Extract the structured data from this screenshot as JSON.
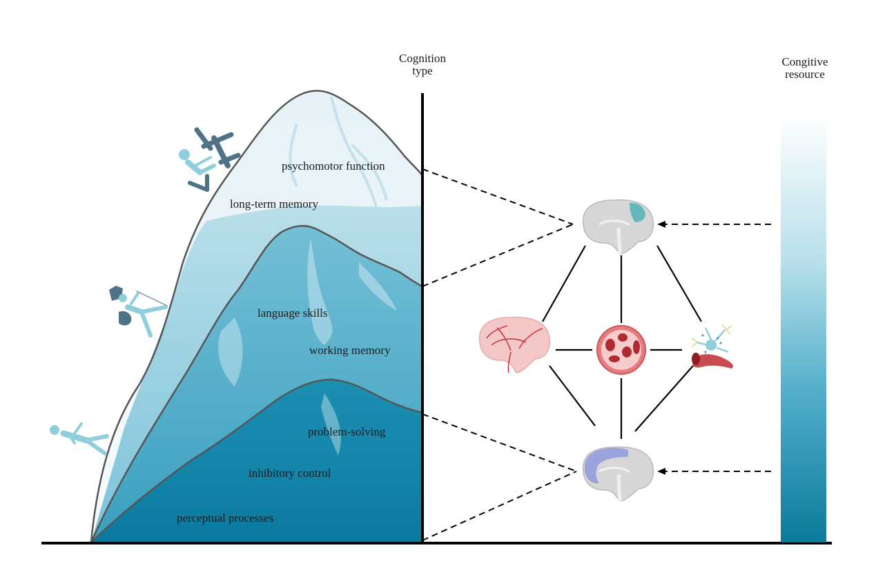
{
  "headers": {
    "cognition_type": [
      "Cognition",
      "type"
    ],
    "cognitive_resource": [
      "Congitive",
      "resource"
    ]
  },
  "mountain_layers": [
    {
      "name": "top",
      "labels": [
        "psychomotor function",
        "long-term memory"
      ]
    },
    {
      "name": "middle",
      "labels": [
        "language skills",
        "working memory"
      ]
    },
    {
      "name": "base",
      "labels": [
        "problem-solving",
        "inhibitory control",
        "perceptual processes"
      ]
    }
  ],
  "climbers": [
    {
      "icon": "exercise-machine-climber-icon",
      "position": "top"
    },
    {
      "icon": "rope-climber-icon",
      "position": "middle"
    },
    {
      "icon": "falling-climber-icon",
      "position": "base"
    }
  ],
  "network_nodes": [
    {
      "icon": "brain-parietal-highlight-icon",
      "role": "top"
    },
    {
      "icon": "brain-vasculature-icon",
      "role": "left"
    },
    {
      "icon": "blood-cells-vessel-icon",
      "role": "center"
    },
    {
      "icon": "neurovascular-unit-icon",
      "role": "right"
    },
    {
      "icon": "brain-frontal-highlight-icon",
      "role": "bottom"
    }
  ],
  "colors": {
    "snow": "#f2f8fb",
    "light": "#a9d8e6",
    "mid": "#56aecb",
    "deep": "#1a8aae",
    "base": "#0e7ea4",
    "outline": "#555555",
    "climber_light": "#8fcfdc",
    "climber_dark": "#4e7387",
    "parietal": "#63b8bd",
    "frontal": "#9aa3dd",
    "vessel": "#c94a4f"
  },
  "resource_gradient": {
    "top": "#ffffff",
    "bottom": "#0b7a9c"
  }
}
